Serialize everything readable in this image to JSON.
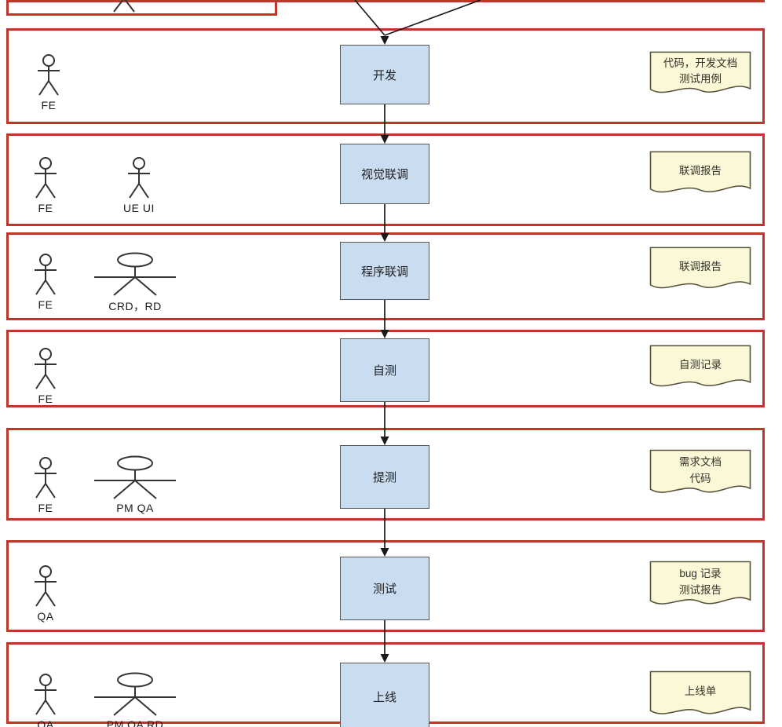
{
  "rows": [
    {
      "actors": [
        {
          "glyph": "person",
          "label": "FE"
        }
      ],
      "process": "开发",
      "document": "代码，开发文档\n测试用例"
    },
    {
      "actors": [
        {
          "glyph": "person",
          "label": "FE"
        },
        {
          "glyph": "person",
          "label": "UE UI"
        }
      ],
      "process": "视觉联调",
      "document": "联调报告"
    },
    {
      "actors": [
        {
          "glyph": "person",
          "label": "FE"
        },
        {
          "glyph": "group",
          "label": "CRD，RD"
        }
      ],
      "process": "程序联调",
      "document": "联调报告"
    },
    {
      "actors": [
        {
          "glyph": "person",
          "label": "FE"
        }
      ],
      "process": "自测",
      "document": "自测记录"
    },
    {
      "actors": [
        {
          "glyph": "person",
          "label": "FE"
        },
        {
          "glyph": "group",
          "label": "PM QA"
        }
      ],
      "process": "提测",
      "document": "需求文档\n代码"
    },
    {
      "actors": [
        {
          "glyph": "person",
          "label": "QA"
        }
      ],
      "process": "测试",
      "document": "bug 记录\n测试报告"
    },
    {
      "actors": [
        {
          "glyph": "person",
          "label": "QA"
        },
        {
          "glyph": "group",
          "label": "PM QA RD"
        }
      ],
      "process": "上线",
      "document": "上线单"
    }
  ],
  "colors": {
    "lane_border": "#c2362a",
    "process_fill": "#c9dcf0",
    "process_border": "#555555",
    "document_fill": "#fbf8d8",
    "document_border": "#56513d",
    "arrow": "#1a1a1a",
    "actor_stroke": "#333333"
  }
}
